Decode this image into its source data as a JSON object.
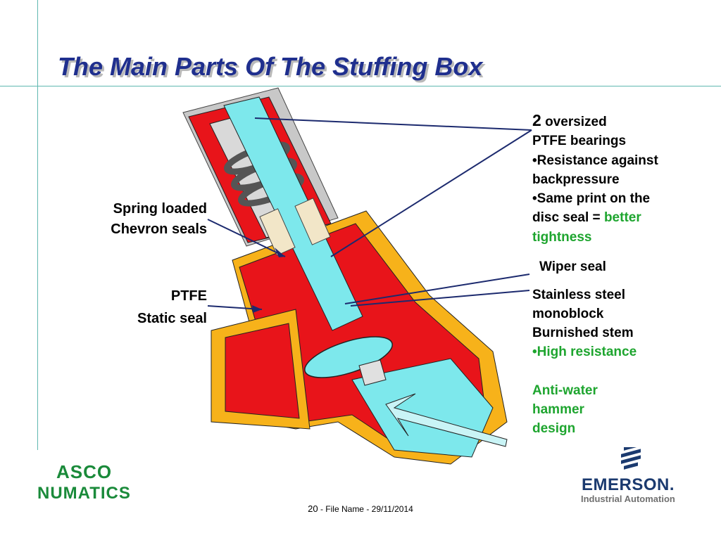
{
  "title": "The Main Parts Of The Stuffing Box",
  "labels": {
    "spring_line1": "Spring loaded",
    "spring_line2": "Chevron seals",
    "ptfe_line1": "PTFE",
    "ptfe_line2": "Static seal",
    "bearings_num": "2",
    "bearings_line1": " oversized",
    "bearings_line2": "PTFE bearings",
    "bearings_bullet1a": "•Resistance against",
    "bearings_bullet1b": "backpressure",
    "bearings_bullet2a": "•Same print on the",
    "bearings_bullet2b": "disc seal = ",
    "bearings_better": "better",
    "bearings_tightness": "tightness",
    "wiper": "Wiper seal",
    "stem_line1": "Stainless steel",
    "stem_line2": "monoblock",
    "stem_line3": "Burnished stem",
    "stem_bullet": "•High resistance",
    "antiwater_line1": "Anti-water",
    "antiwater_line2": "hammer",
    "antiwater_line3": "design"
  },
  "footer": {
    "page": "20",
    "text": " - File Name - 29/11/2014"
  },
  "logos": {
    "asco_top": "ASCO",
    "asco_bottom": "NUMATICS",
    "emerson": "EMERSON.",
    "emerson_sub": "Industrial Automation"
  },
  "colors": {
    "title": "#1f2f8e",
    "green_text": "#1ea52f",
    "body_red": "#e8141a",
    "body_orange": "#f7b21a",
    "stem_cyan": "#7de8ec",
    "pointer_lines": "#1c2a6e"
  }
}
